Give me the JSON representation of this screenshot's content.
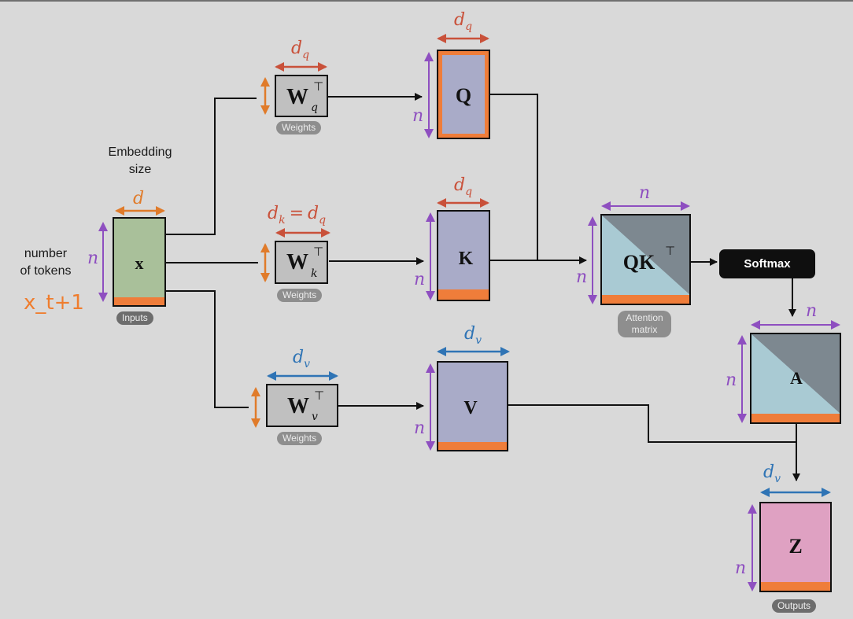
{
  "colors": {
    "background": "#d9d9d9",
    "dim_n": "#8e4fc0",
    "dim_d": "#e07b2a",
    "dim_q": "#c9513a",
    "dim_v": "#2f74b5",
    "input_fill": "#a9c09a",
    "weight_fill": "#c0c0c0",
    "qkv_fill": "#a9abc8",
    "attn_light": "#a9cad3",
    "attn_dark": "#7d8890",
    "output_fill": "#dfa1c2",
    "last_token_bar": "#ef7d3a"
  },
  "labels": {
    "embedding_size": [
      "Embedding",
      "size"
    ],
    "number_of_tokens": [
      "number",
      "of tokens"
    ],
    "next_token": "x_t+1",
    "softmax": "Softmax"
  },
  "matrices": {
    "x": {
      "symbol": "x",
      "tag": "Inputs",
      "width_dim": "d",
      "height_dim": "n"
    },
    "wq": {
      "symbol": "W",
      "sup": "⊤",
      "sub": "q",
      "tag": "Weights",
      "width_dim": "d",
      "width_dim_sub": "q"
    },
    "wk": {
      "symbol": "W",
      "sup": "⊤",
      "sub": "k",
      "tag": "Weights",
      "width_dim": "d",
      "width_dim_sub": "k",
      "width_dim_eq": "=",
      "width_dim_rhs": "d",
      "width_dim_rhs_sub": "q"
    },
    "wv": {
      "symbol": "W",
      "sup": "⊤",
      "sub": "v",
      "tag": "Weights",
      "width_dim": "d",
      "width_dim_sub": "v"
    },
    "q": {
      "symbol": "Q",
      "width_dim": "d",
      "width_dim_sub": "q",
      "height_dim": "n"
    },
    "k": {
      "symbol": "K",
      "width_dim": "d",
      "width_dim_sub": "q",
      "height_dim": "n"
    },
    "v": {
      "symbol": "V",
      "width_dim": "d",
      "width_dim_sub": "v",
      "height_dim": "n"
    },
    "qk": {
      "symbol": "QK",
      "sup": "⊤",
      "tag_lines": [
        "Attention",
        "matrix"
      ],
      "width_dim": "n",
      "height_dim": "n"
    },
    "a": {
      "symbol": "A",
      "width_dim": "n",
      "height_dim": "n"
    },
    "z": {
      "symbol": "Z",
      "tag": "Outputs",
      "width_dim": "d",
      "width_dim_sub": "v",
      "height_dim": "n"
    }
  }
}
